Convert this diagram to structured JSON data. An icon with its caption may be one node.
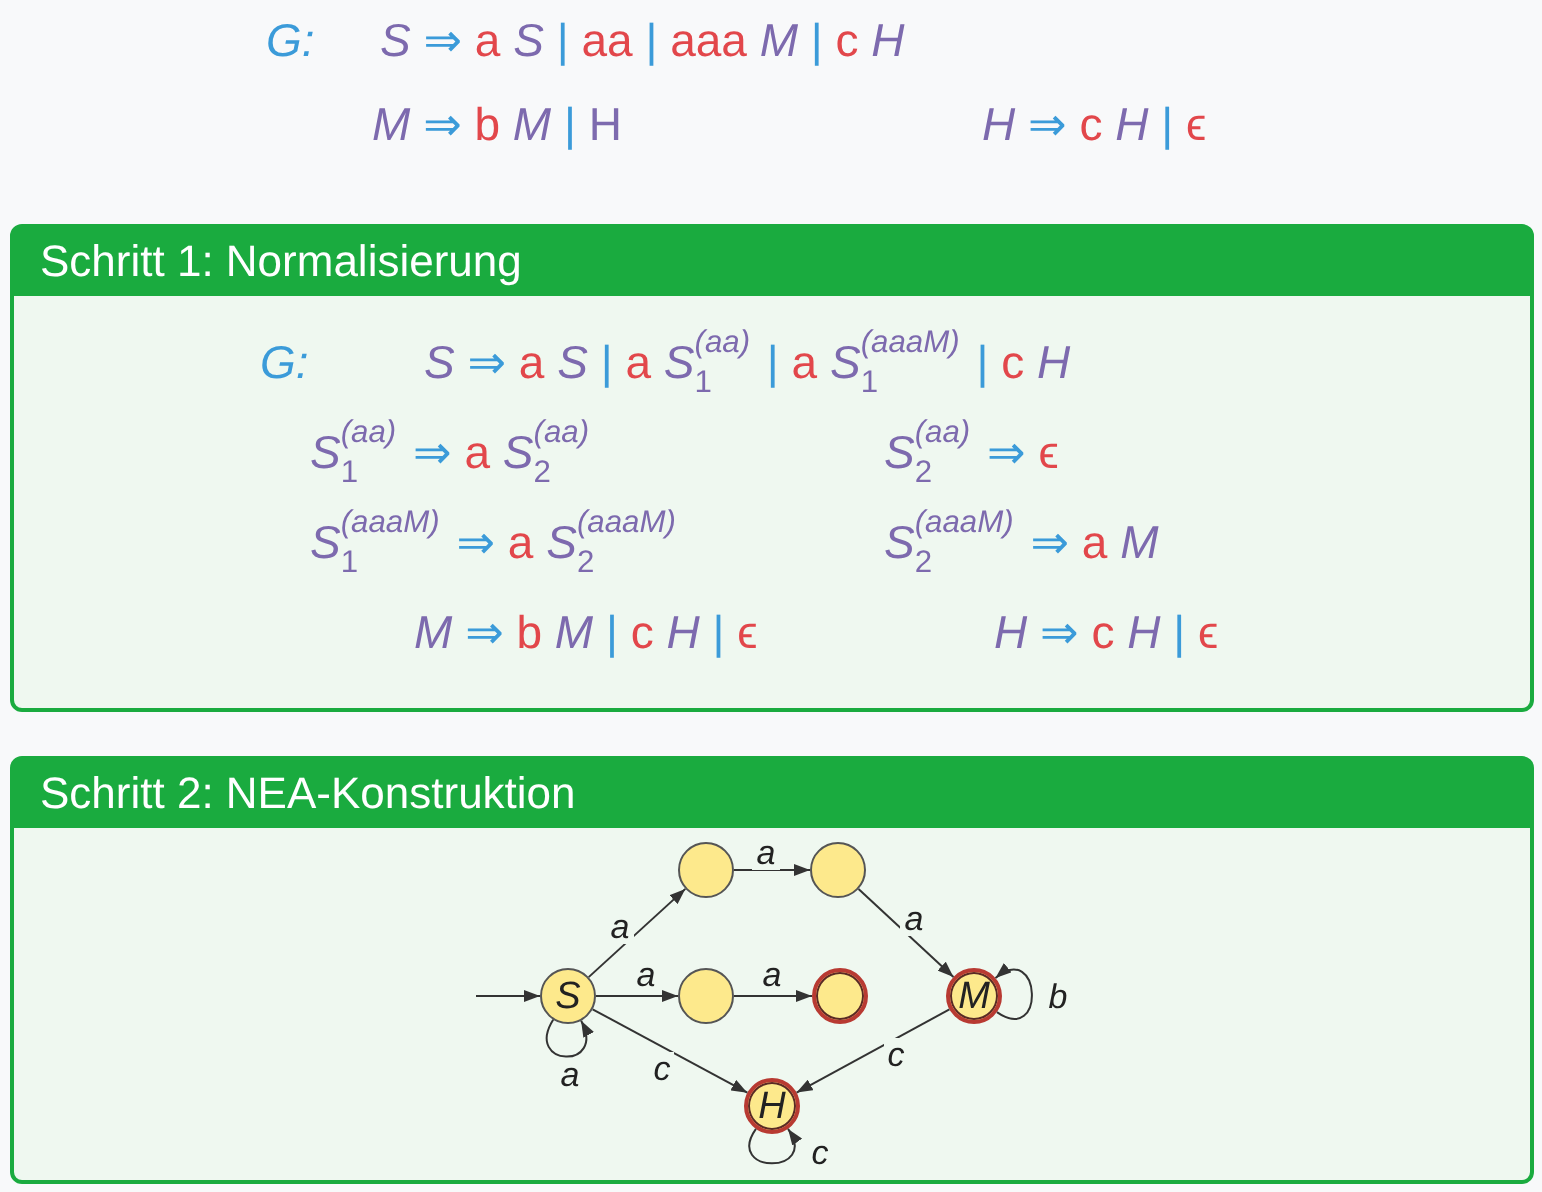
{
  "diagram": {
    "nodes": [
      {
        "text": [
          "Schritt 1: Normalisierung",
          "G:",
          "*S* ⇒ a *S* | a *S*$_{1}$$^{(aa)}$ | a *S*$_{1}$$^{(aaaM)}$ | c *H*",
          "*S*$_{1}$$^{(aa)}$ ⇒ a *S*$_{2}$$^{(aa)}$",
          "*S*$_{2}$$^{(aa)}$ ⇒ ϵ",
          "*S*$_{1}$$^{(aaaM)}$ ⇒ a *S*$_{2}$$^{(aaaM)}$",
          "*S*$_{2}$$^{(aaaM)}$ ⇒ a *M*",
          "*M* ⇒ b *M* | c *H* | ϵ",
          "*H* ⇒ c *H* | ϵ"
        ]
      },
      {
        "text": [
          "Schritt 2: NEA-Konstruktion"
        ]
      },
      {
        "text": [],
        "shape": "circle",
        "in": 1
      },
      {
        "text": [],
        "shape": "circle",
        "in": 1
      },
      {
        "text": [
          "S"
        ],
        "in": 1
      },
      {
        "text": [],
        "shape": "circle",
        "in": 1
      },
      {
        "text": [],
        "shape": "circle",
        "in": 1
      },
      {
        "text": [
          "M"
        ],
        "in": 1
      },
      {
        "text": [
          "H"
        ],
        "in": 1
      }
    ],
    "edges": [
      {
        "from": null,
        "to": 4,
        "arrow": "to"
      },
      {
        "from": 4,
        "to": 2,
        "arrow": "to",
        "label": "a"
      },
      {
        "from": 2,
        "to": 3,
        "arrow": "to",
        "label": "a"
      },
      {
        "from": 3,
        "to": 7,
        "arrow": "to",
        "label": "a"
      },
      {
        "from": 4,
        "to": 5,
        "arrow": "to",
        "label": "a"
      },
      {
        "from": 5,
        "to": 6,
        "arrow": "to",
        "label": "a"
      },
      {
        "from": 7,
        "to": 7,
        "arrow": "to",
        "label": "b"
      },
      {
        "from": 4,
        "to": 4,
        "arrow": "to",
        "label": "a"
      },
      {
        "from": 4,
        "to": 8,
        "arrow": "to",
        "label": "c"
      },
      {
        "from": 7,
        "to": 8,
        "arrow": "to",
        "label": "c"
      },
      {
        "from": 8,
        "to": 8,
        "arrow": "to",
        "label": "c"
      }
    ],
    "labels": [
      "G:",
      "*S* ⇒ a *S* | aa | aaa *M* | c *H*",
      "*M* ⇒ b *M* | H",
      "*H* ⇒ c *H* | ϵ"
    ]
  }
}
